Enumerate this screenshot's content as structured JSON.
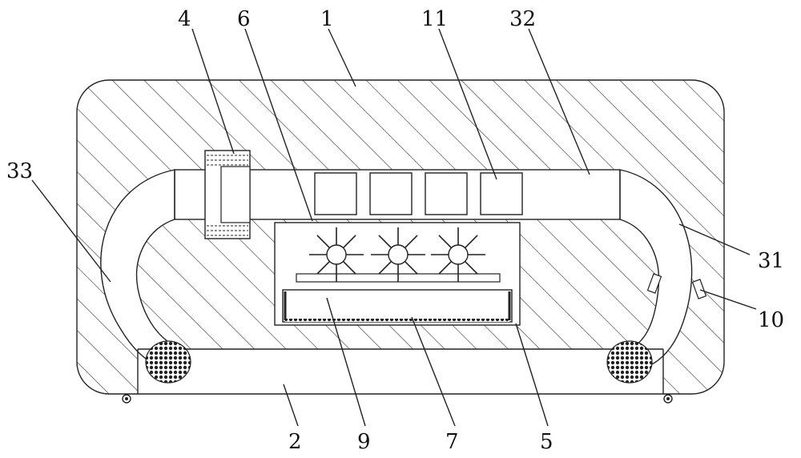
{
  "labels": {
    "l4": "4",
    "l6": "6",
    "l1": "1",
    "l11": "11",
    "l32": "32",
    "l33": "33",
    "l31": "31",
    "l10": "10",
    "l2": "2",
    "l9": "9",
    "l7": "7",
    "l5": "5"
  },
  "colors": {
    "stroke": "#222222",
    "background": "#ffffff"
  },
  "fan_count": 3,
  "module_count": 4
}
